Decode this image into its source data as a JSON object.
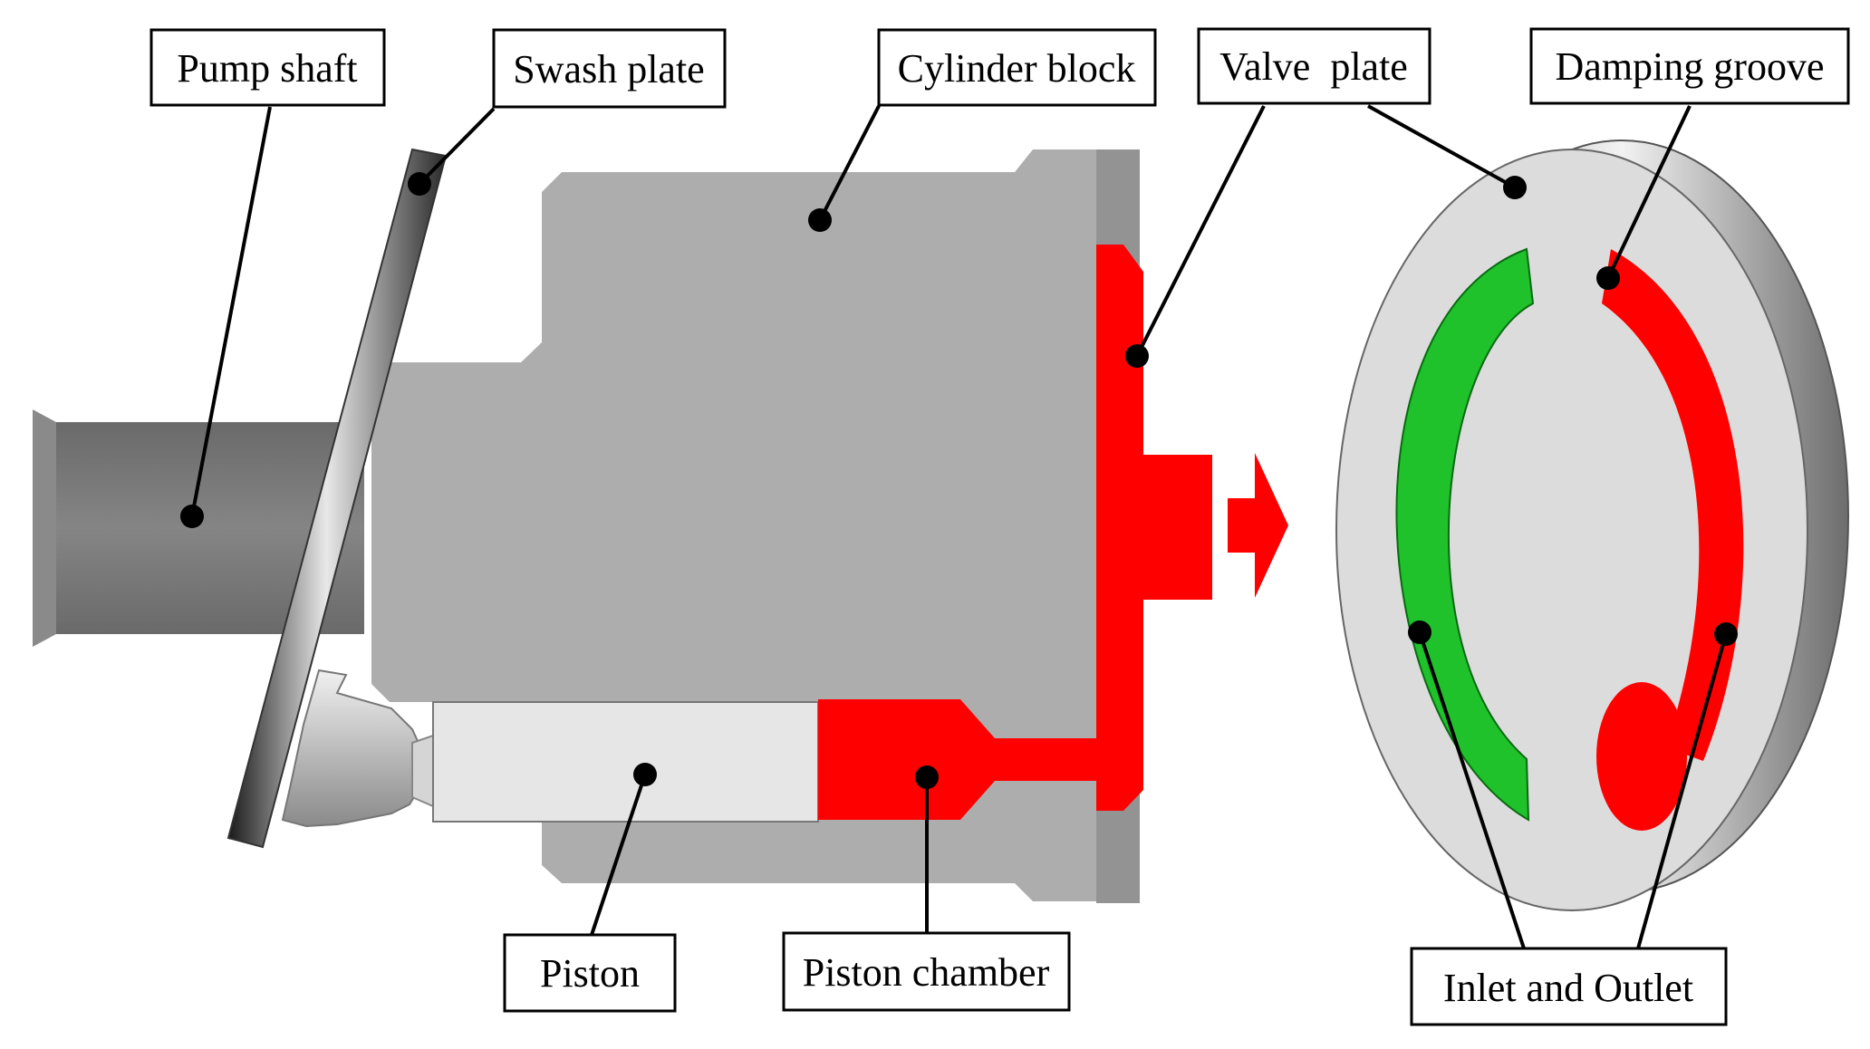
{
  "labels": {
    "pump_shaft": "Pump shaft",
    "swash_plate": "Swash plate",
    "cylinder_block": "Cylinder block",
    "valve_plate": "Valve  plate",
    "damping_groove": "Damping groove",
    "piston": "Piston",
    "piston_chamber": "Piston chamber",
    "inlet_outlet": "Inlet and Outlet"
  },
  "colors": {
    "high_pressure": "#ff0000",
    "low_pressure": "#1fc22a",
    "cylinder_body": "#adadad",
    "shaft": "#7a7a7a",
    "piston": "#e6e6e6",
    "valve_face": "#dcdcdc"
  }
}
